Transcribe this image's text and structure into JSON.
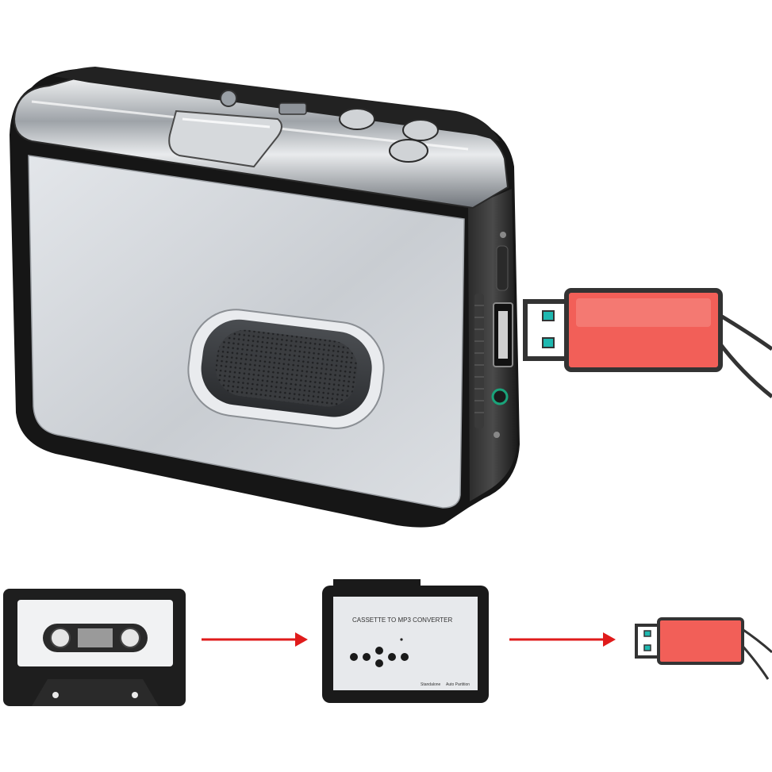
{
  "scene": {
    "background": "#ffffff",
    "device_body_color": "#1a1a1a",
    "device_panel_color": "#cfd3d8",
    "chrome_color": "#bfc3c7",
    "usb_body_color": "#f25f58",
    "usb_contact_color": "#1fb8b0",
    "arrow_color": "#e01b1b"
  },
  "converter_icon": {
    "title": "CASSETTE TO MP3 CONVERTER",
    "mode_left": "Standalone",
    "mode_right": "Auto Partition"
  }
}
